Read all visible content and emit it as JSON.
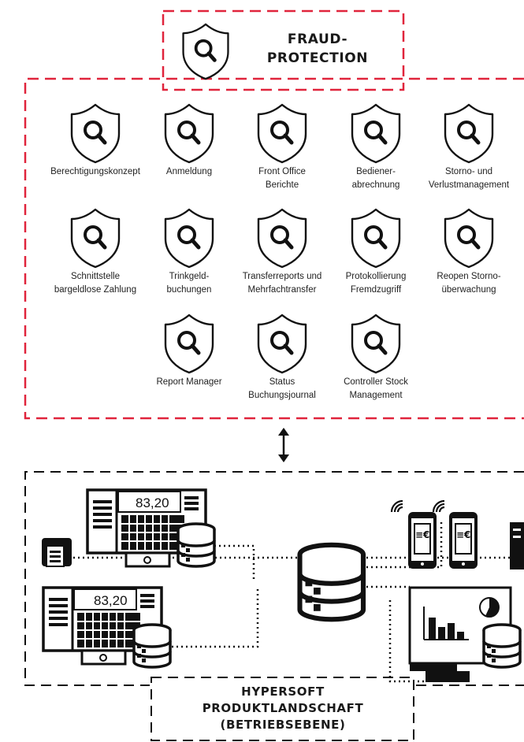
{
  "fraud_protection": {
    "title_line1": "FRAUD-",
    "title_line2": "PROTECTION",
    "icon": "shield-search-icon",
    "accent_color": "#e0243c"
  },
  "features": [
    {
      "label": "Berechtigungskonzept",
      "icon": "shield-search-icon"
    },
    {
      "label": "Anmeldung",
      "icon": "shield-search-icon"
    },
    {
      "label": "Front Office\nBerichte",
      "icon": "shield-search-icon"
    },
    {
      "label": "Bediener-\nabrechnung",
      "icon": "shield-search-icon"
    },
    {
      "label": "Storno- und\nVerlustmanagement",
      "icon": "shield-search-icon"
    },
    {
      "label": "Schnittstelle\nbargeldlose Zahlung",
      "icon": "shield-search-icon"
    },
    {
      "label": "Trinkgeld-\nbuchungen",
      "icon": "shield-search-icon"
    },
    {
      "label": "Transferreports und\nMehrfachtransfer",
      "icon": "shield-search-icon"
    },
    {
      "label": "Protokollierung\nFremdzugriff",
      "icon": "shield-search-icon"
    },
    {
      "label": "Reopen Storno-\nüberwachung",
      "icon": "shield-search-icon"
    },
    {
      "label": "Report Manager",
      "icon": "shield-search-icon"
    },
    {
      "label": "Status\nBuchungsjournal",
      "icon": "shield-search-icon"
    },
    {
      "label": "Controller Stock\nManagement",
      "icon": "shield-search-icon"
    }
  ],
  "connector_icon": "double-arrow-icon",
  "product_landscape": {
    "title_line1": "HYPERSOFT",
    "title_line2": "PRODUKTLANDSCHAFT",
    "title_line3": "(BETRIEBSEBENE)",
    "pos_display_1": "83,20",
    "pos_display_2": "83,20",
    "device_icons": [
      "pos-terminal-icon",
      "database-icon",
      "receipt-printer-icon",
      "smartphone-icon",
      "wifi-icon",
      "server-icon",
      "monitor-chart-icon"
    ]
  }
}
